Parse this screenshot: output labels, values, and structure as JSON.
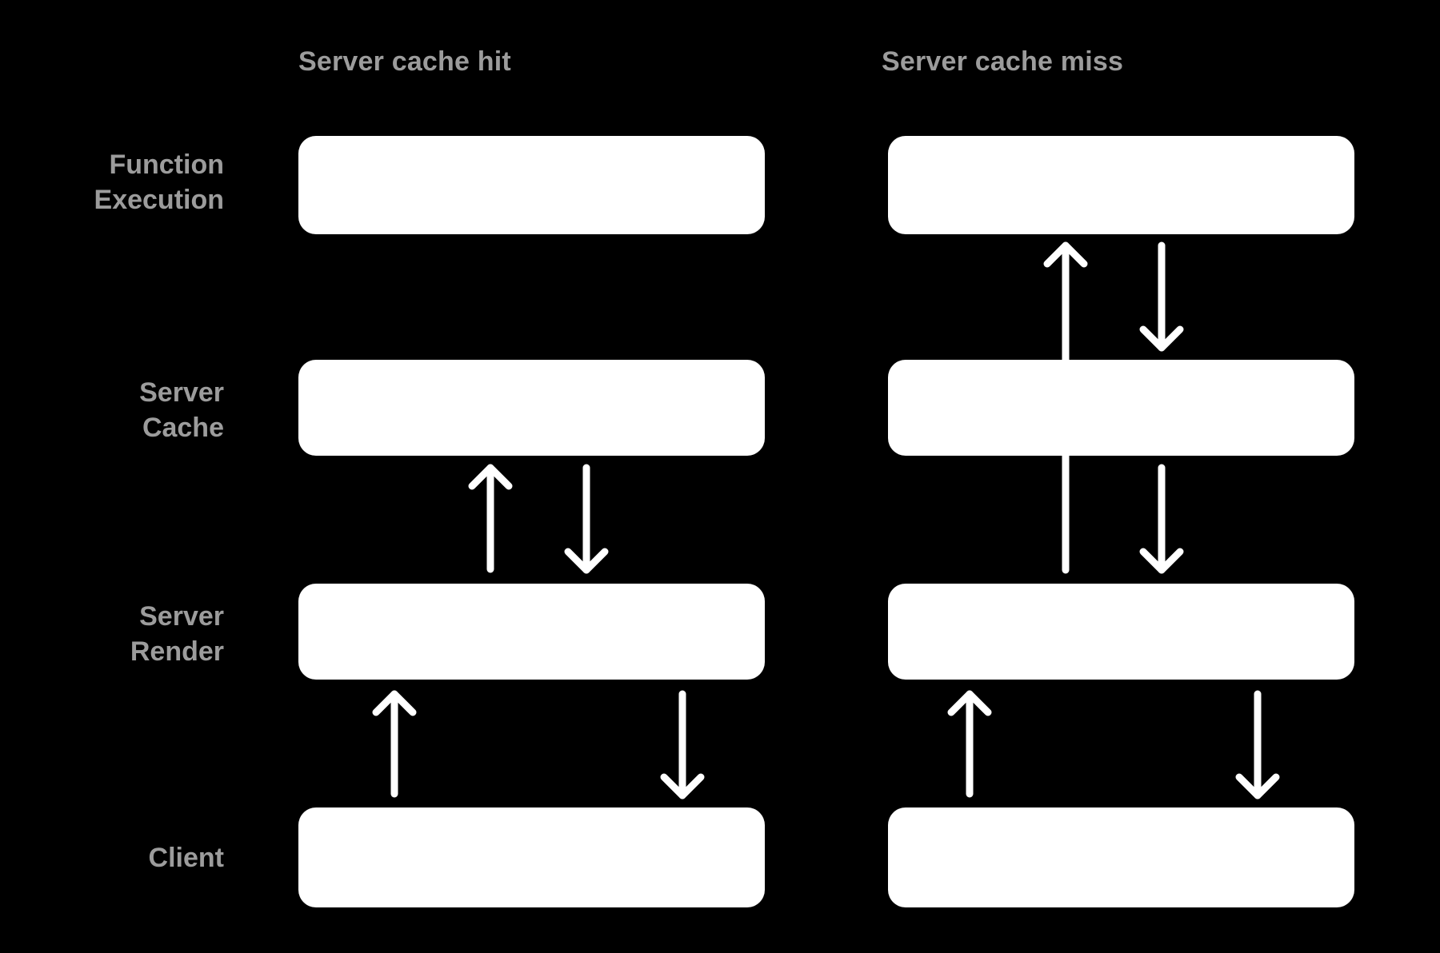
{
  "diagram": {
    "title_colors": {
      "background": "#000000",
      "box_fill": "#ffffff",
      "text_gray": "#9c9c9c",
      "arrow_white": "#ffffff"
    },
    "columns": [
      {
        "id": "cache-hit",
        "header": "Server cache hit"
      },
      {
        "id": "cache-miss",
        "header": "Server cache miss"
      }
    ],
    "rows": [
      {
        "id": "function-execution",
        "label": "Function\nExecution",
        "line1": "Function",
        "line2": "Execution"
      },
      {
        "id": "server-cache",
        "label": "Server\nCache",
        "line1": "Server",
        "line2": "Cache"
      },
      {
        "id": "server-render",
        "label": "Server\nRender",
        "line1": "Server",
        "line2": "Render"
      },
      {
        "id": "client",
        "label": "Client",
        "line1": "Client",
        "line2": ""
      }
    ],
    "flows": {
      "cache-hit": [
        {
          "from": "server-render",
          "to": "server-cache",
          "direction": "up"
        },
        {
          "from": "server-cache",
          "to": "server-render",
          "direction": "down"
        },
        {
          "from": "client",
          "to": "server-render",
          "direction": "up"
        },
        {
          "from": "server-render",
          "to": "client",
          "direction": "down"
        }
      ],
      "cache-miss": [
        {
          "from": "server-render",
          "to": "function-execution",
          "direction": "up"
        },
        {
          "from": "function-execution",
          "to": "server-cache",
          "direction": "down"
        },
        {
          "from": "server-cache",
          "to": "server-render",
          "direction": "down"
        },
        {
          "from": "client",
          "to": "server-render",
          "direction": "up"
        },
        {
          "from": "server-render",
          "to": "client",
          "direction": "down"
        }
      ]
    }
  }
}
